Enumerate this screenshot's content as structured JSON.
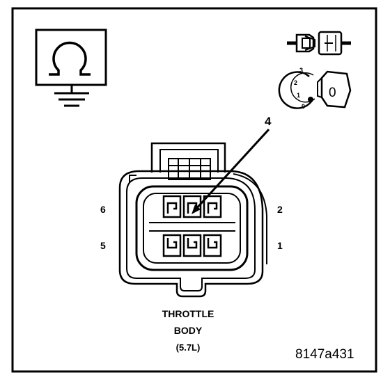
{
  "diagram": {
    "callout_number": "4",
    "pins_left": [
      "6",
      "5"
    ],
    "pins_right": [
      "2",
      "1"
    ],
    "connector_caption": [
      "THROTTLE",
      "BODY",
      "(5.7L)"
    ],
    "figure_code": "8147a431",
    "icons": {
      "ohmmeter": "ohmmeter-ground-icon",
      "disconnect": "connector-disconnect-icon",
      "ignition": "ignition-key-off-icon"
    },
    "ignition": {
      "key_label": "0",
      "positions": [
        "3",
        "2",
        "1",
        "0"
      ]
    }
  }
}
